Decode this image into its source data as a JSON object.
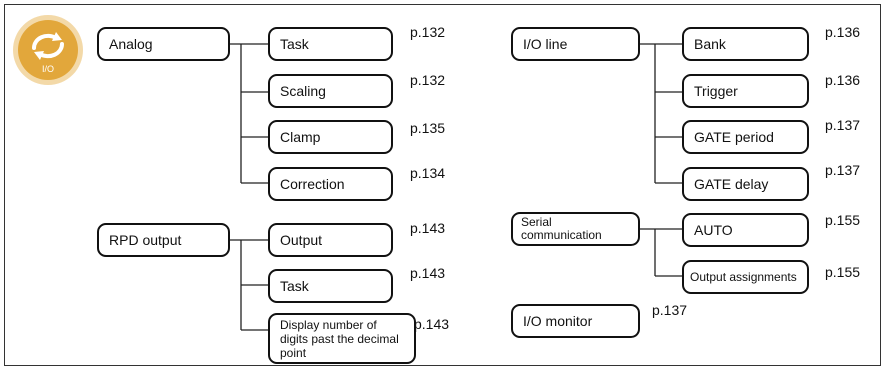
{
  "icon": {
    "name": "io-icon",
    "label": "I/O",
    "colors": {
      "ring": "#f3d9a8",
      "fill": "#e2a73b"
    }
  },
  "analog": {
    "label": "Analog",
    "children": [
      {
        "label": "Task",
        "page": "p.132"
      },
      {
        "label": "Scaling",
        "page": "p.132"
      },
      {
        "label": "Clamp",
        "page": "p.135"
      },
      {
        "label": "Correction",
        "page": "p.134"
      }
    ]
  },
  "rpd": {
    "label": "RPD output",
    "children": [
      {
        "label": "Output",
        "page": "p.143"
      },
      {
        "label": "Task",
        "page": "p.143"
      },
      {
        "label": "Display number of digits past the decimal point",
        "page": "p.143"
      }
    ]
  },
  "io_line": {
    "label": "I/O line",
    "children": [
      {
        "label": "Bank",
        "page": "p.136"
      },
      {
        "label": "Trigger",
        "page": "p.136"
      },
      {
        "label": "GATE period",
        "page": "p.137"
      },
      {
        "label": "GATE delay",
        "page": "p.137"
      }
    ]
  },
  "serial": {
    "label": "Serial communication",
    "children": [
      {
        "label": "AUTO",
        "page": "p.155"
      },
      {
        "label": "Output assignments",
        "page": "p.155"
      }
    ]
  },
  "io_monitor": {
    "label": "I/O monitor",
    "page": "p.137"
  }
}
